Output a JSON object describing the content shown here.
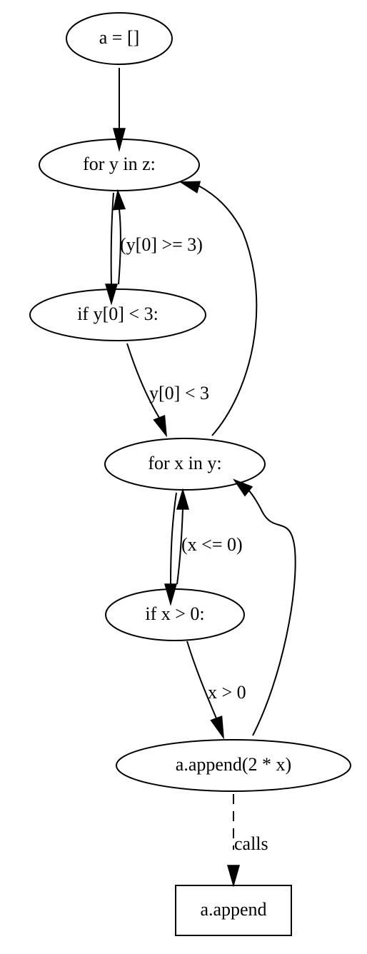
{
  "graph": {
    "nodes": [
      {
        "id": "n_a_init",
        "label": "a = []",
        "shape": "ellipse"
      },
      {
        "id": "n_for_y",
        "label": "for y in z:",
        "shape": "ellipse"
      },
      {
        "id": "n_if_y",
        "label": "if y[0] < 3:",
        "shape": "ellipse"
      },
      {
        "id": "n_for_x",
        "label": "for x in y:",
        "shape": "ellipse"
      },
      {
        "id": "n_if_x",
        "label": "if x > 0:",
        "shape": "ellipse"
      },
      {
        "id": "n_append_call",
        "label": "a.append(2 * x)",
        "shape": "ellipse"
      },
      {
        "id": "n_append_fn",
        "label": "a.append",
        "shape": "box"
      }
    ],
    "edges": [
      {
        "from": "n_a_init",
        "to": "n_for_y",
        "label": "",
        "style": "solid"
      },
      {
        "from": "n_for_y",
        "to": "n_if_y",
        "label": "",
        "style": "solid"
      },
      {
        "from": "n_if_y",
        "to": "n_for_y",
        "label": "(y[0] >= 3)",
        "style": "solid"
      },
      {
        "from": "n_if_y",
        "to": "n_for_x",
        "label": "y[0] < 3",
        "style": "solid"
      },
      {
        "from": "n_for_x",
        "to": "n_for_y",
        "label": "",
        "style": "solid"
      },
      {
        "from": "n_for_x",
        "to": "n_if_x",
        "label": "",
        "style": "solid"
      },
      {
        "from": "n_if_x",
        "to": "n_for_x",
        "label": "(x <= 0)",
        "style": "solid"
      },
      {
        "from": "n_if_x",
        "to": "n_append_call",
        "label": "x > 0",
        "style": "solid"
      },
      {
        "from": "n_append_call",
        "to": "n_for_x",
        "label": "",
        "style": "solid"
      },
      {
        "from": "n_append_call",
        "to": "n_append_fn",
        "label": "calls",
        "style": "dashed"
      }
    ]
  }
}
